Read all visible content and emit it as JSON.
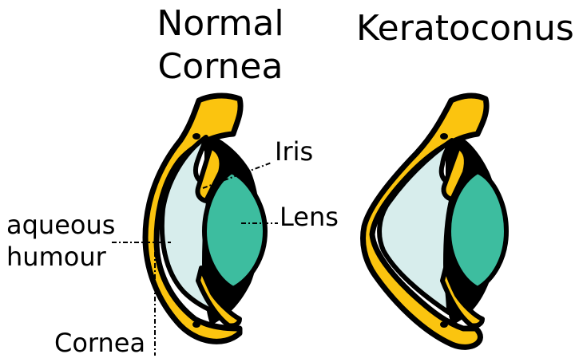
{
  "titles": {
    "normal": [
      "Normal",
      "Cornea"
    ],
    "keratoconus": "Keratoconus"
  },
  "labels": {
    "iris": "Iris",
    "lens": "Lens",
    "aqueous": [
      "aqueous",
      "humour"
    ],
    "cornea": "Cornea"
  },
  "colors": {
    "cornea": "#fbc40f",
    "aqueous": "#d7edec",
    "lens": "#3dbd9f",
    "outline": "#000000"
  }
}
